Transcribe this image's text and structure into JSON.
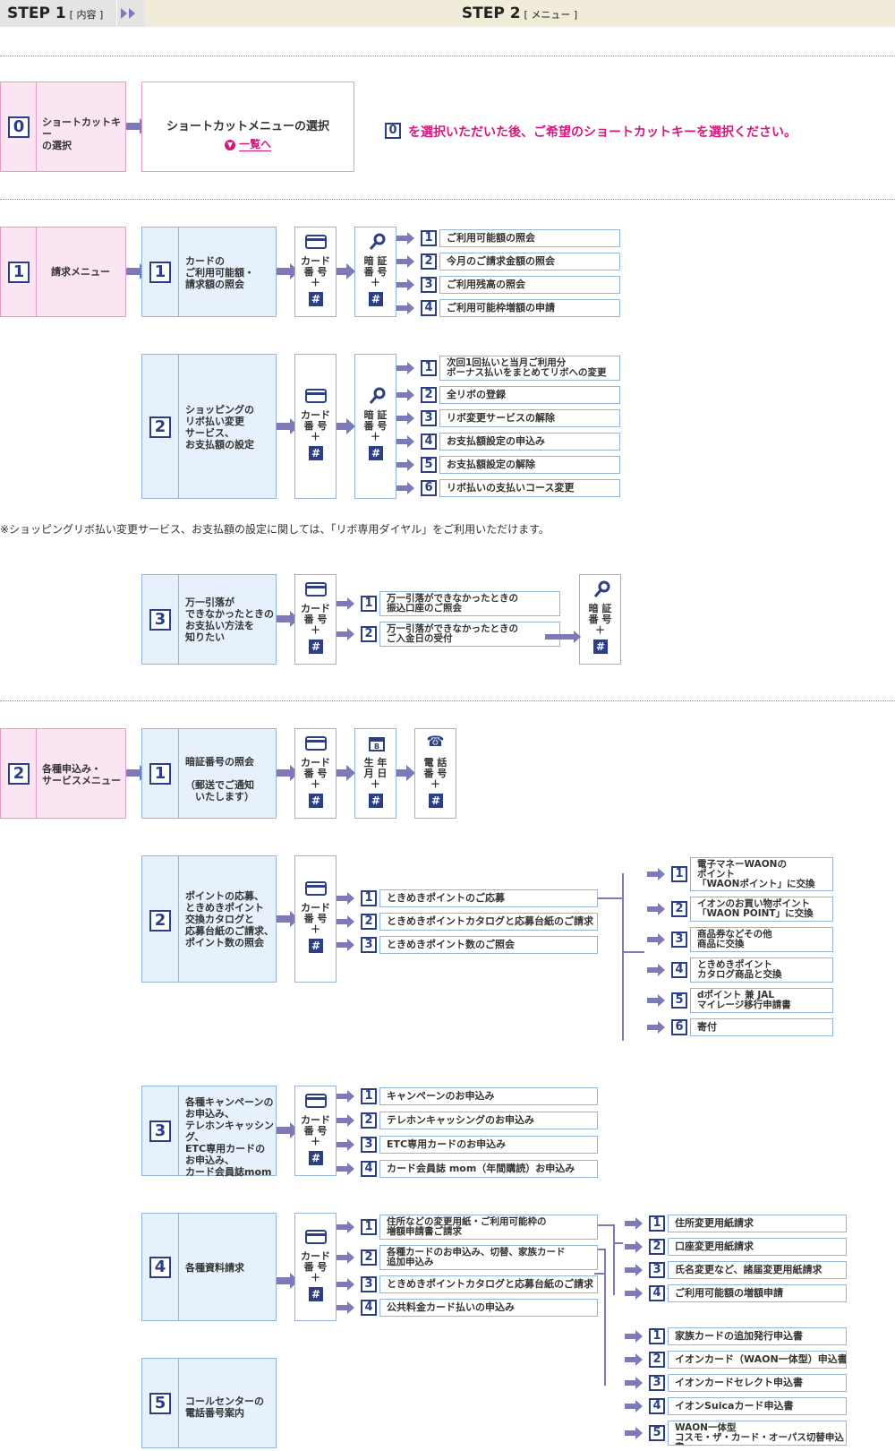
{
  "header": {
    "step1": "STEP 1",
    "step1_sub": "[ 内容 ]",
    "step2": "STEP 2",
    "step2_sub": "[ メニュー ]"
  },
  "section0": {
    "num": "0",
    "label": "ショートカットキー\nの選択",
    "menu_title": "ショートカットメニューの選択",
    "menu_link": "一覧へ",
    "instruction_num": "0",
    "instruction": "を選択いただいた後、ご希望のショートカットキーを選択ください。"
  },
  "inputs": {
    "card": "カード\n番 号\n＋",
    "pin": "暗 証\n番 号\n＋",
    "pin_end": "暗 証\n番 号\n＋",
    "birthday": "生 年\n月 日\n＋",
    "phone": "電 話\n番 号\n＋",
    "hash": "#"
  },
  "section1": {
    "num": "1",
    "label": "請求メニュー",
    "sub1": {
      "num": "1",
      "label": "カードの\nご利用可能額・\n請求額の照会",
      "options": [
        {
          "num": "1",
          "text": "ご利用可能額の照会"
        },
        {
          "num": "2",
          "text": "今月のご請求金額の照会"
        },
        {
          "num": "3",
          "text": "ご利用残高の照会"
        },
        {
          "num": "4",
          "text": "ご利用可能枠増額の申請"
        }
      ]
    },
    "sub2": {
      "num": "2",
      "label": "ショッピングの\nリボ払い変更\nサービス、\nお支払額の設定",
      "options": [
        {
          "num": "1",
          "text": "次回1回払いと当月ご利用分\nボーナス払いをまとめてリボへの変更"
        },
        {
          "num": "2",
          "text": "全リボの登録"
        },
        {
          "num": "3",
          "text": "リボ変更サービスの解除"
        },
        {
          "num": "4",
          "text": "お支払額設定の申込み"
        },
        {
          "num": "5",
          "text": "お支払額設定の解除"
        },
        {
          "num": "6",
          "text": "リボ払いの支払いコース変更"
        }
      ]
    },
    "note": "※ショッピングリボ払い変更サービス、お支払額の設定に関しては、「リボ専用ダイヤル」をご利用いただけます。",
    "sub3": {
      "num": "3",
      "label": "万一引落が\nできなかったときの\nお支払い方法を\n知りたい",
      "options": [
        {
          "num": "1",
          "text": "万一引落ができなかったときの\n振込口座のご照会"
        },
        {
          "num": "2",
          "text": "万一引落ができなかったときの\nご入金日の受付"
        }
      ]
    }
  },
  "section2": {
    "num": "2",
    "label": "各種申込み・\nサービスメニュー",
    "sub1": {
      "num": "1",
      "label": "暗証番号の照会\n\n（郵送でご通知\n　いたします）"
    },
    "sub2": {
      "num": "2",
      "label": "ポイントの応募、\nときめきポイント\n交換カタログと\n応募台紙のご請求、\nポイント数の照会",
      "options": [
        {
          "num": "1",
          "text": "ときめきポイントのご応募"
        },
        {
          "num": "2",
          "text": "ときめきポイントカタログと応募台紙のご請求"
        },
        {
          "num": "3",
          "text": "ときめきポイント数のご照会"
        }
      ],
      "suboptions": [
        {
          "num": "1",
          "text": "電子マネーWAONの\nポイント\n「WAONポイント」に交換"
        },
        {
          "num": "2",
          "text": "イオンのお買い物ポイント\n「WAON POINT」に交換"
        },
        {
          "num": "3",
          "text": "商品券などその他\n商品に交換"
        },
        {
          "num": "4",
          "text": "ときめきポイント\nカタログ商品と交換"
        },
        {
          "num": "5",
          "text": "dポイント 兼 JAL\nマイレージ移行申請書"
        },
        {
          "num": "6",
          "text": "寄付"
        }
      ]
    },
    "sub3": {
      "num": "3",
      "label": "各種キャンペーンの\nお申込み、\nテレホンキャッシング、\nETC専用カードの\nお申込み、\nカード会員誌mom",
      "options": [
        {
          "num": "1",
          "text": "キャンペーンのお申込み"
        },
        {
          "num": "2",
          "text": "テレホンキャッシングのお申込み"
        },
        {
          "num": "3",
          "text": "ETC専用カードのお申込み"
        },
        {
          "num": "4",
          "text": "カード会員誌 mom（年間購読）お申込み"
        }
      ]
    },
    "sub4": {
      "num": "4",
      "label": "各種資料請求",
      "options": [
        {
          "num": "1",
          "text": "住所などの変更用紙・ご利用可能枠の\n増額申請書ご請求"
        },
        {
          "num": "2",
          "text": "各種カードのお申込み、切替、家族カード\n追加申込み"
        },
        {
          "num": "3",
          "text": "ときめきポイントカタログと応募台紙のご請求"
        },
        {
          "num": "4",
          "text": "公共料金カード払いの申込み"
        }
      ],
      "suboptionsA": [
        {
          "num": "1",
          "text": "住所変更用紙請求"
        },
        {
          "num": "2",
          "text": "口座変更用紙請求"
        },
        {
          "num": "3",
          "text": "氏名変更など、諸届変更用紙請求"
        },
        {
          "num": "4",
          "text": "ご利用可能額の増額申請"
        }
      ],
      "suboptionsB": [
        {
          "num": "1",
          "text": "家族カードの追加発行申込書"
        },
        {
          "num": "2",
          "text": "イオンカード（WAON一体型）申込書"
        },
        {
          "num": "3",
          "text": "イオンカードセレクト申込書"
        },
        {
          "num": "4",
          "text": "イオンSuicaカード申込書"
        },
        {
          "num": "5",
          "text": "WAON一体型\nコスモ・ザ・カード・オーパス切替申込書"
        }
      ]
    },
    "sub5": {
      "num": "5",
      "label": "コールセンターの\n電話番号案内"
    }
  }
}
